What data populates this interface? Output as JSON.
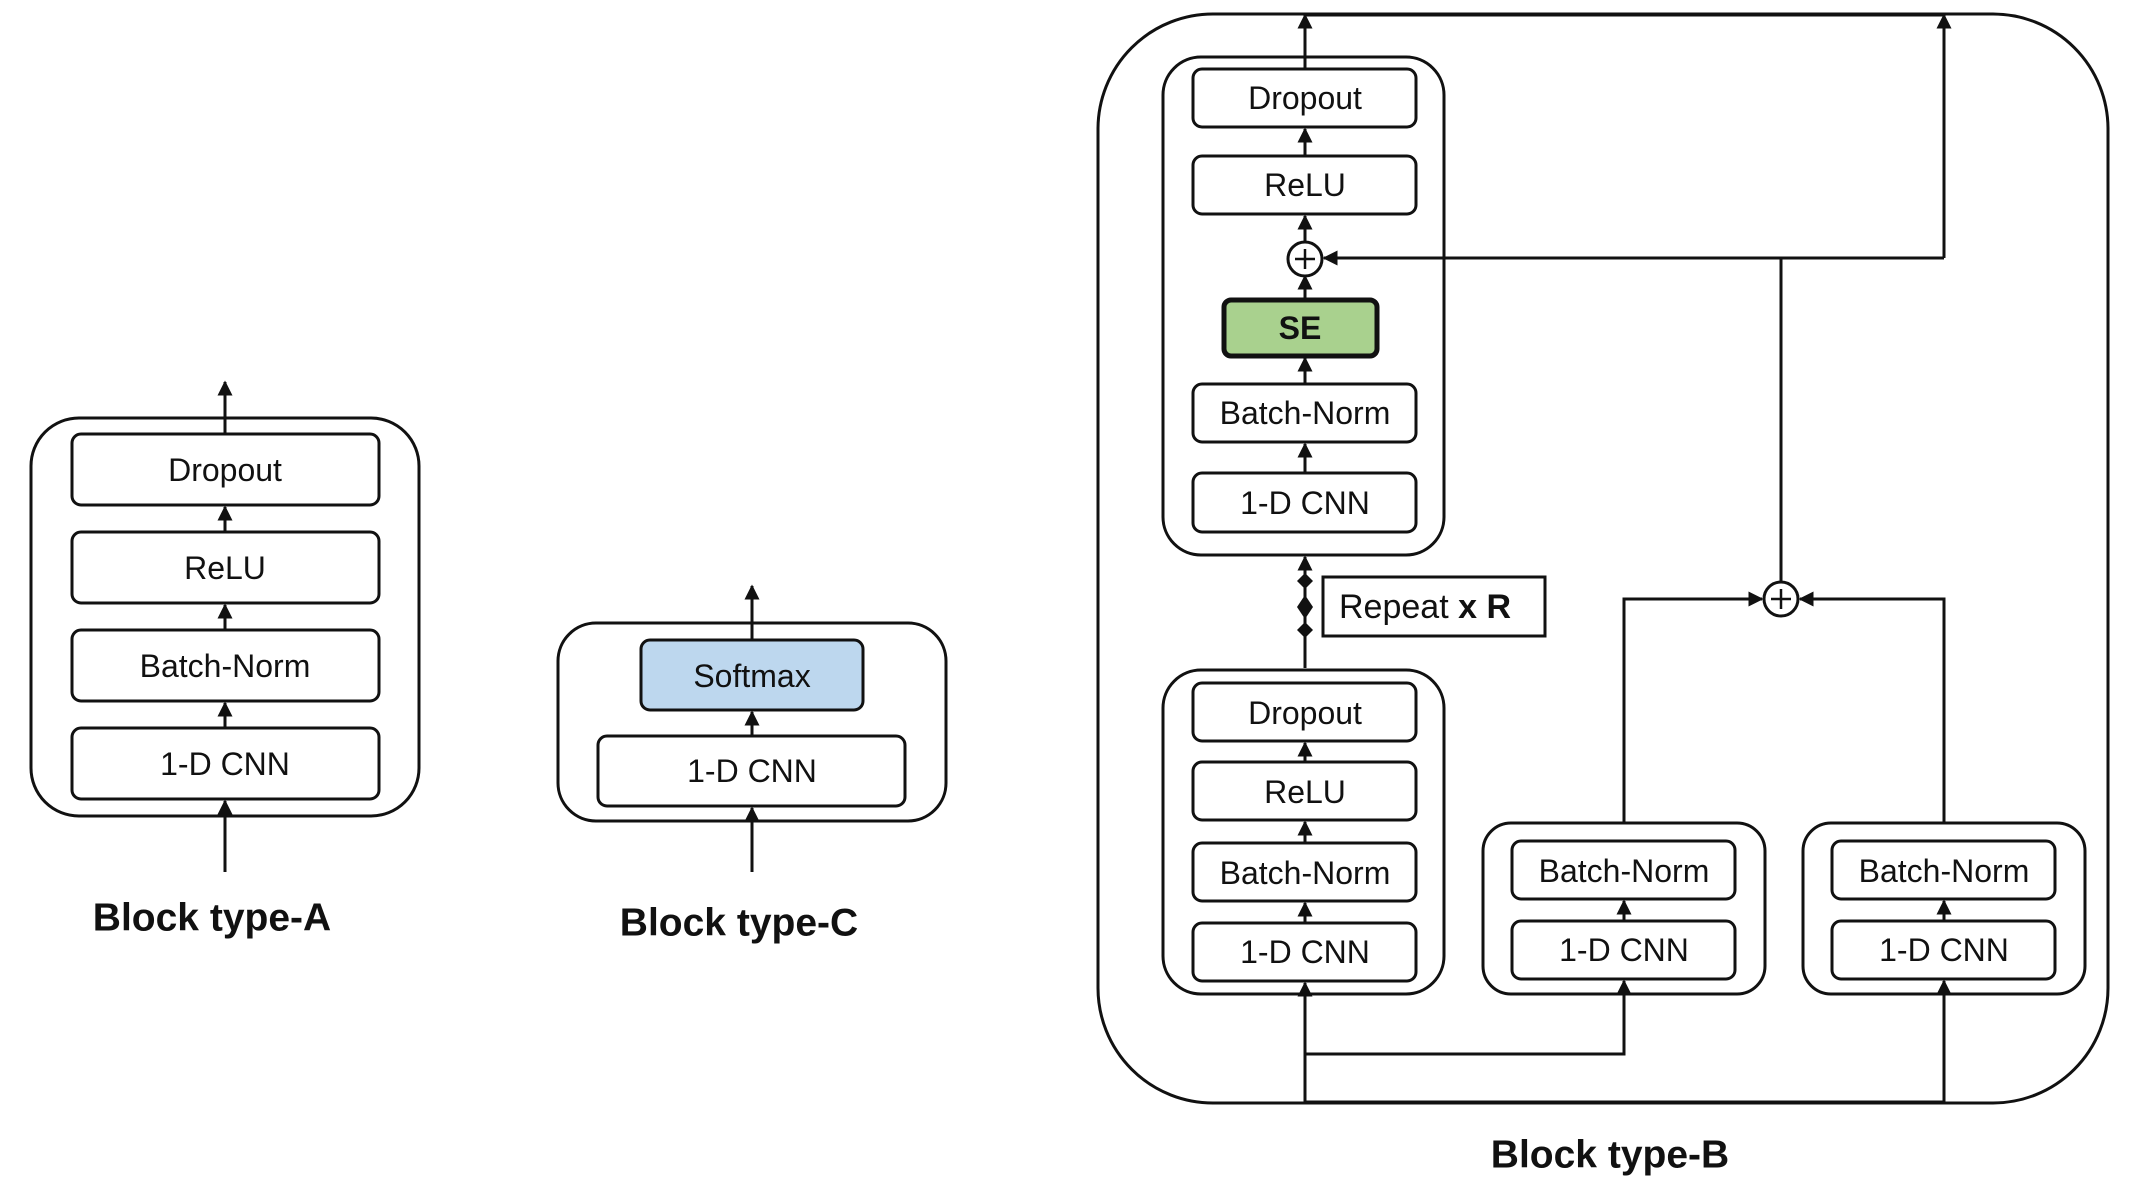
{
  "block_a": {
    "caption": "Block type-A",
    "layers": {
      "dropout": "Dropout",
      "relu": "ReLU",
      "batch_norm": "Batch-Norm",
      "cnn": "1-D CNN"
    }
  },
  "block_c": {
    "caption": "Block type-C",
    "layers": {
      "softmax": "Softmax",
      "cnn": "1-D CNN"
    },
    "softmax_color": "#bdd7ee"
  },
  "block_b": {
    "caption": "Block type-B",
    "top_stack": {
      "dropout": "Dropout",
      "relu": "ReLU",
      "se": "SE",
      "batch_norm": "Batch-Norm",
      "cnn": "1-D CNN"
    },
    "se_color": "#a9d18e",
    "repeat": {
      "prefix": "Repeat ",
      "suffix": "x R"
    },
    "bottom_stack": {
      "dropout": "Dropout",
      "relu": "ReLU",
      "batch_norm": "Batch-Norm",
      "cnn": "1-D CNN"
    },
    "branch_middle": {
      "batch_norm": "Batch-Norm",
      "cnn": "1-D CNN"
    },
    "branch_right": {
      "batch_norm": "Batch-Norm",
      "cnn": "1-D CNN"
    },
    "add_symbol": "+"
  }
}
